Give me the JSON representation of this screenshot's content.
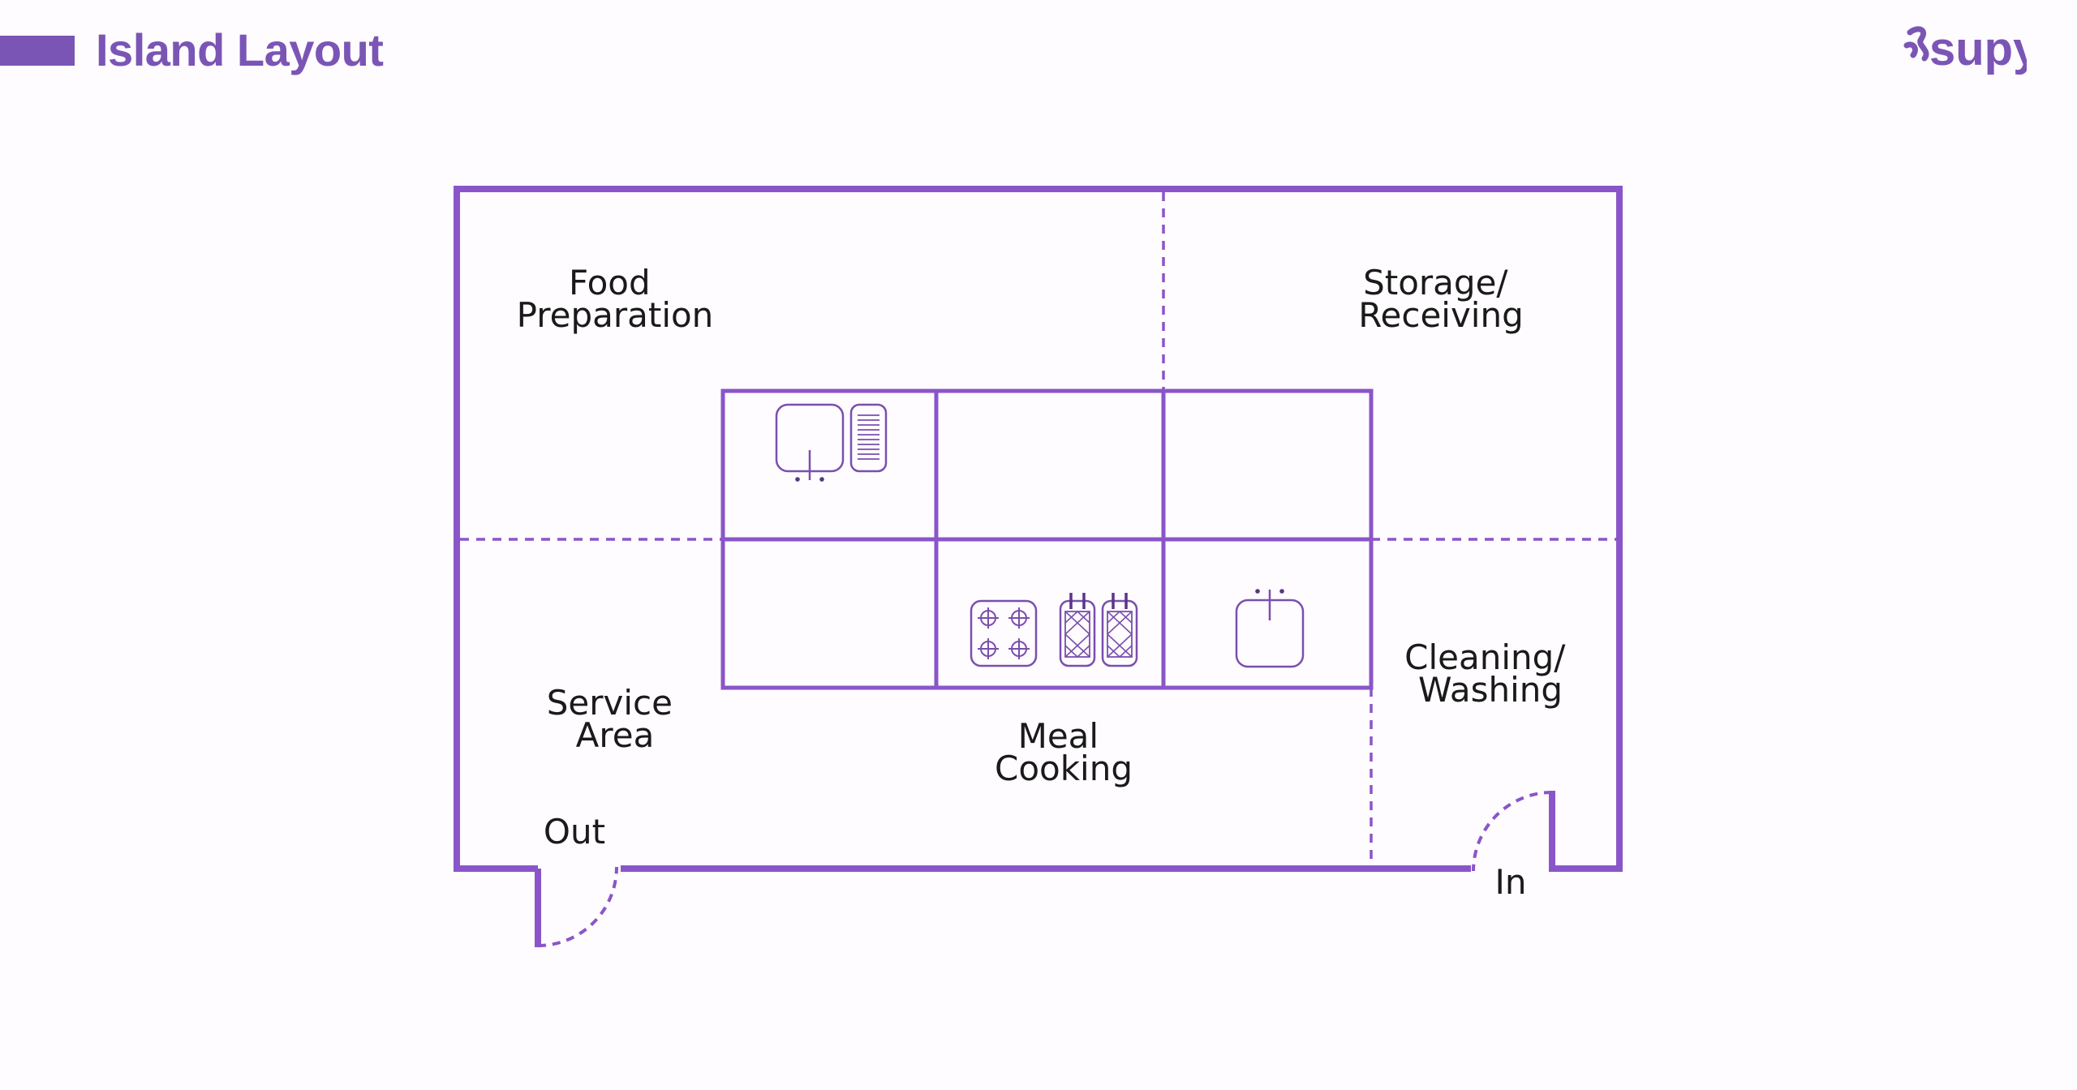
{
  "header": {
    "title": "Island Layout",
    "accent_color": "#7b55b5"
  },
  "brand": {
    "logo_text": "supy",
    "logo_icon": "supy-wave-logo-icon"
  },
  "diagram": {
    "wall_color": "#8a55c9",
    "zones": {
      "food_preparation": [
        "Food",
        "Preparation"
      ],
      "storage_receiving": [
        "Storage/",
        "Receiving"
      ],
      "service_area": [
        "Service",
        "Area"
      ],
      "meal_cooking": [
        "Meal",
        "Cooking"
      ],
      "cleaning_washing": [
        "Cleaning/",
        "Washing"
      ]
    },
    "doors": {
      "exit": "Out",
      "entry": "In"
    },
    "equipment": {
      "prep_station": [
        "sink-icon",
        "drainboard-icon"
      ],
      "cooking_station": [
        "stovetop-icon",
        "grill-icon",
        "grill-icon"
      ],
      "washing_station": [
        "sink-icon"
      ]
    }
  }
}
